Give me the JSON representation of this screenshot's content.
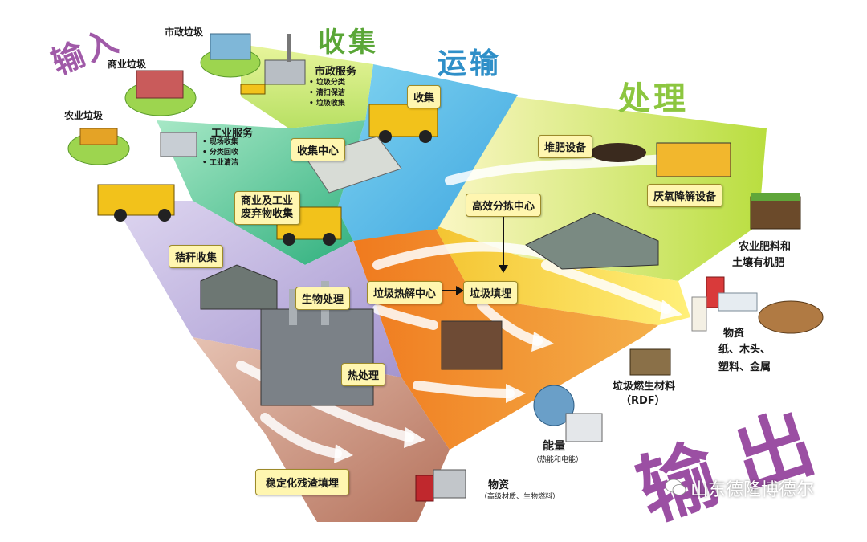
{
  "headings": {
    "input": "输入",
    "collect": "收集",
    "transport": "运输",
    "treat": "处理",
    "output": "输出"
  },
  "sources": {
    "municipal_waste": "市政垃圾",
    "commercial_waste": "商业垃圾",
    "agricultural_waste": "农业垃圾"
  },
  "municipal_services": {
    "title": "市政服务",
    "items": [
      "垃圾分类",
      "清扫保洁",
      "垃圾收集"
    ]
  },
  "industrial_services": {
    "title": "工业服务",
    "items": [
      "现场收集",
      "分类回收",
      "工业清洁"
    ]
  },
  "boxes": {
    "collection": "收集",
    "collection_center": "收集中心",
    "commercial_industrial": "商业及工业废弃物收集",
    "straw_collection": "秸秆收集",
    "bio_treatment": "生物处理",
    "thermal_treatment": "热处理",
    "residue_landfill": "稳定化残渣填埋",
    "sorting_center": "高效分拣中心",
    "pyrolysis": "垃圾热解中心",
    "landfill": "垃圾填埋",
    "compost": "堆肥设备",
    "anaerobic": "厌氧降解设备"
  },
  "outputs": {
    "fertilizer_line1": "农业肥料和",
    "fertilizer_line2": "土壤有机肥",
    "materials_title": "物资",
    "materials_line1": "纸、木头、",
    "materials_line2": "塑料、金属",
    "rdf_title": "垃圾燃生材料",
    "rdf_sub": "（RDF）",
    "energy_title": "能量",
    "energy_sub": "（热能和电能）",
    "materials2_title": "物资",
    "materials2_sub": "（高级材质、生物燃料）"
  },
  "watermark": "山东德隆博德尔",
  "colors": {
    "input_purple": "#9b4fa3",
    "collect_green": "#5aa637",
    "transport_blue": "#2f8fc8",
    "treat_green": "#8cc63f",
    "zone_orange": "#f0962e",
    "zone_yellow": "#f3e12b",
    "zone_mint": "#3db882",
    "zone_lavender": "#b4a6d6",
    "zone_brown": "#b77e6a"
  }
}
